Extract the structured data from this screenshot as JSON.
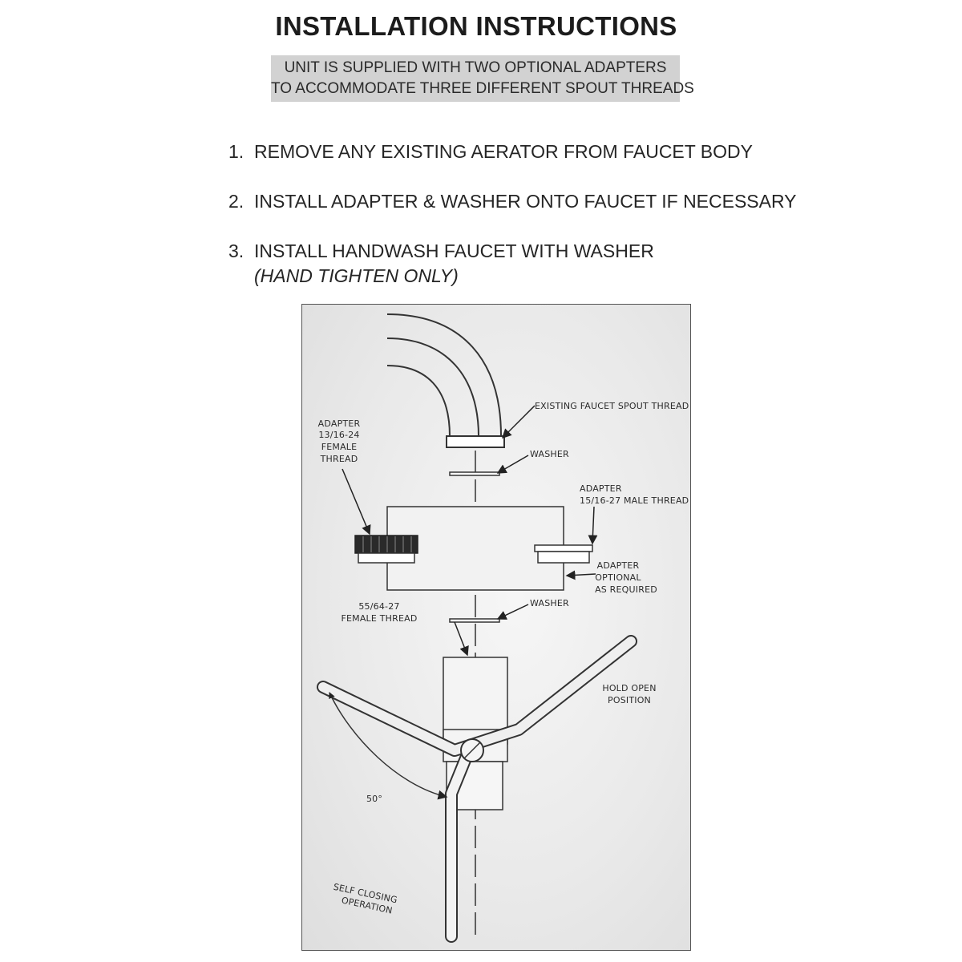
{
  "title": "INSTALLATION INSTRUCTIONS",
  "note": {
    "line1": "UNIT IS SUPPLIED WITH TWO OPTIONAL ADAPTERS",
    "line2": "TO ACCOMMODATE THREE DIFFERENT SPOUT THREADS"
  },
  "steps": [
    {
      "num": "1.",
      "text": "REMOVE ANY EXISTING AERATOR FROM FAUCET BODY"
    },
    {
      "num": "2.",
      "text": "INSTALL ADAPTER & WASHER ONTO FAUCET IF NECESSARY"
    },
    {
      "num": "3.",
      "text": "INSTALL HANDWASH FAUCET WITH WASHER",
      "sub": "(HAND TIGHTEN ONLY)"
    }
  ],
  "diagram": {
    "labels": {
      "existing_spout": "EXISTING FAUCET SPOUT THREAD",
      "washer_top": "WASHER",
      "adapter_female": [
        "ADAPTER",
        "13/16-24",
        "FEMALE",
        "THREAD"
      ],
      "adapter_male": [
        "ADAPTER",
        "15/16-27 MALE THREAD"
      ],
      "adapter_optional": [
        "ADAPTER",
        "OPTIONAL",
        "AS REQUIRED"
      ],
      "washer_bottom": "WASHER",
      "female_thread": [
        "55/64-27",
        "FEMALE THREAD"
      ],
      "hold_open": [
        "HOLD OPEN",
        "POSITION"
      ],
      "angle": "50°",
      "self_closing": [
        "SELF CLOSING",
        "OPERATION"
      ]
    }
  }
}
